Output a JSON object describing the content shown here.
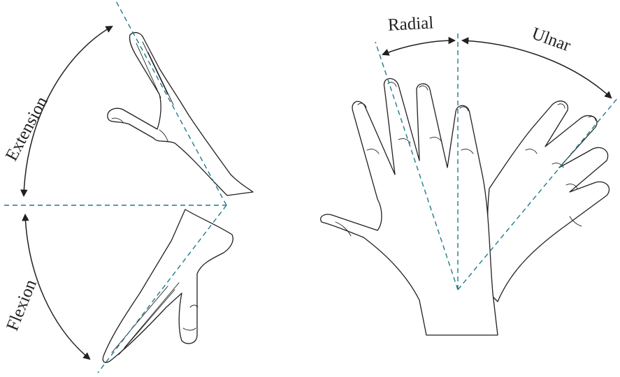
{
  "labels": {
    "extension": "Extension",
    "flexion": "Flexion",
    "radial": "Radial",
    "ulnar": "Ulnar"
  },
  "colors": {
    "axis_line": "#1f7a8c",
    "ink": "#231f20"
  }
}
